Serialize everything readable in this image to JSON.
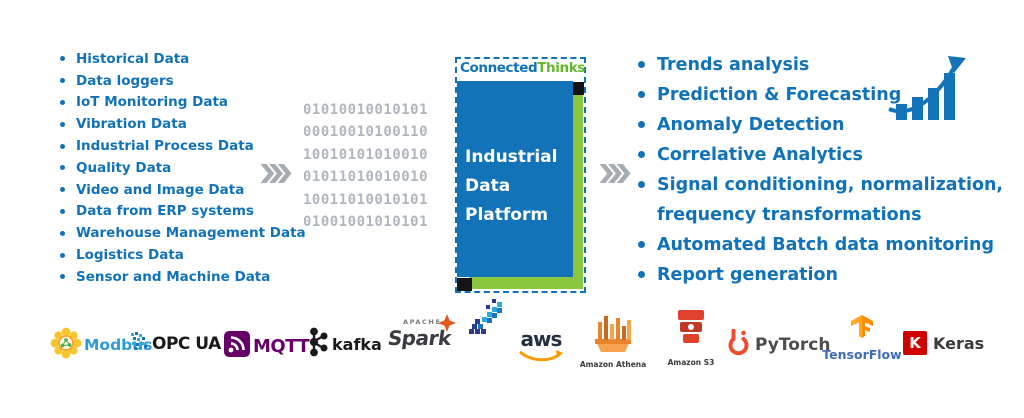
{
  "header": {
    "brand_connected": "Connected",
    "brand_thinks": "Thinks"
  },
  "platform_box": {
    "line1": "Industrial",
    "line2": "Data",
    "line3": "Platform"
  },
  "left_list": {
    "items": [
      "Historical Data",
      "Data loggers",
      "IoT Monitoring Data",
      "Vibration Data",
      "Industrial Process Data",
      "Quality Data",
      "Video and Image Data",
      "Data from ERP systems",
      "Warehouse Management Data",
      "Logistics Data",
      "Sensor and Machine Data"
    ]
  },
  "binary_stream": {
    "lines": [
      "01010010010101",
      "00010010100110",
      "10010101010010",
      "01011010010010",
      "10011010010101",
      "01001001010101"
    ]
  },
  "right_list": {
    "items": [
      "Trends analysis",
      "Prediction & Forecasting",
      "Anomaly Detection",
      "Correlative Analytics",
      "Signal conditioning, normalization, frequency transformations",
      "Automated Batch data monitoring",
      "Report generation"
    ]
  },
  "logos": {
    "modbus": "Modbus",
    "opcua": "OPC UA",
    "mqtt": "MQTT",
    "kafka": "kafka",
    "spark_apache": "APACHE",
    "spark": "Spark",
    "aws": "aws",
    "athena": "Amazon Athena",
    "s3": "Amazon S3",
    "pytorch": "PyTorch",
    "tensorflow": "TensorFlow",
    "keras_initial": "K",
    "keras": "Keras"
  },
  "icons": {
    "flow_arrow": "triple-chevron-right",
    "growth_chart": "bar-chart-with-rising-arrow",
    "mosaic": "pixel-mosaic-arrow"
  },
  "colors": {
    "primary_blue": "#1272B8",
    "accent_green": "#8CC63F",
    "brand_green": "#67B52B",
    "binary_gray": "#AFB6BD",
    "arrow_gray": "#A6ACB2",
    "mqtt_purple": "#660066",
    "spark_orange": "#E25A1C",
    "aws_orange": "#FF9900",
    "aws_navy": "#252F3E",
    "athena_orange": "#E8842C",
    "s3_red": "#E0412D",
    "pytorch_orange": "#EE4C2C",
    "tensorflow_orange": "#FF8F00",
    "keras_red": "#D00000"
  }
}
